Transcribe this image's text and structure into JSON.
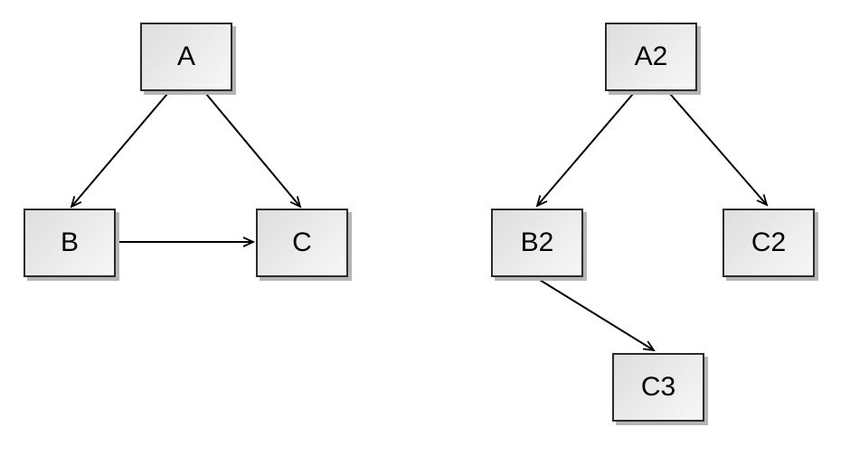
{
  "background_color": "#ffffff",
  "colors": {
    "node_fill_top": "#dedede",
    "node_fill_bottom": "#f7f7f7",
    "node_border": "#2b2b2b",
    "node_shadow": "#b4b4b4",
    "edge_stroke": "#000000",
    "label_text": "#000000"
  },
  "diagrams": [
    {
      "name": "left-graph",
      "nodes": [
        {
          "id": "A",
          "label": "A"
        },
        {
          "id": "B",
          "label": "B"
        },
        {
          "id": "C",
          "label": "C"
        }
      ],
      "edges": [
        {
          "from": "A",
          "to": "B"
        },
        {
          "from": "A",
          "to": "C"
        },
        {
          "from": "B",
          "to": "C"
        }
      ]
    },
    {
      "name": "right-graph",
      "nodes": [
        {
          "id": "A2",
          "label": "A2"
        },
        {
          "id": "B2",
          "label": "B2"
        },
        {
          "id": "C2",
          "label": "C2"
        },
        {
          "id": "C3",
          "label": "C3"
        }
      ],
      "edges": [
        {
          "from": "A2",
          "to": "B2"
        },
        {
          "from": "A2",
          "to": "C2"
        },
        {
          "from": "B2",
          "to": "C3"
        }
      ]
    }
  ]
}
